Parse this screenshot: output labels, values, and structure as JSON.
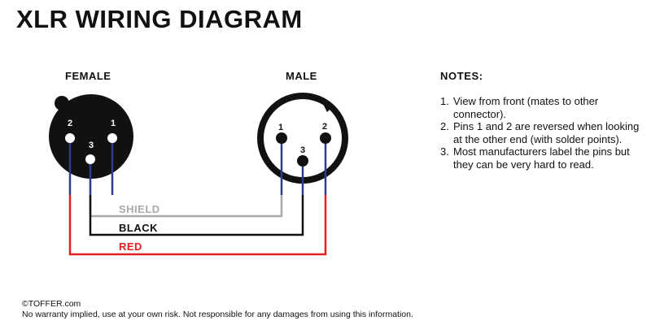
{
  "title": "XLR WIRING DIAGRAM",
  "connectors": {
    "female": {
      "label": "FEMALE",
      "pins": {
        "p1": "1",
        "p2": "2",
        "p3": "3"
      }
    },
    "male": {
      "label": "MALE",
      "pins": {
        "p1": "1",
        "p2": "2",
        "p3": "3"
      }
    }
  },
  "wires": {
    "shield": {
      "label": "SHIELD",
      "color": "#a9a9a9"
    },
    "black": {
      "label": "BLACK",
      "color": "#111111"
    },
    "red": {
      "label": "RED",
      "color": "#e02020"
    }
  },
  "colors": {
    "pin_lead": "#2f3c8c"
  },
  "notes": {
    "title": "NOTES:",
    "items": [
      {
        "num": "1.",
        "text": "View from front (mates to other connector)."
      },
      {
        "num": "2.",
        "text": "Pins 1 and 2 are reversed when looking at the other end (with solder points)."
      },
      {
        "num": "3.",
        "text": "Most manufacturers label the pins but they can be very hard to read."
      }
    ]
  },
  "footer": {
    "copyright": "©TOFFER.com",
    "disclaimer": "No warranty implied, use at your own risk. Not responsible for any damages from using this information."
  }
}
